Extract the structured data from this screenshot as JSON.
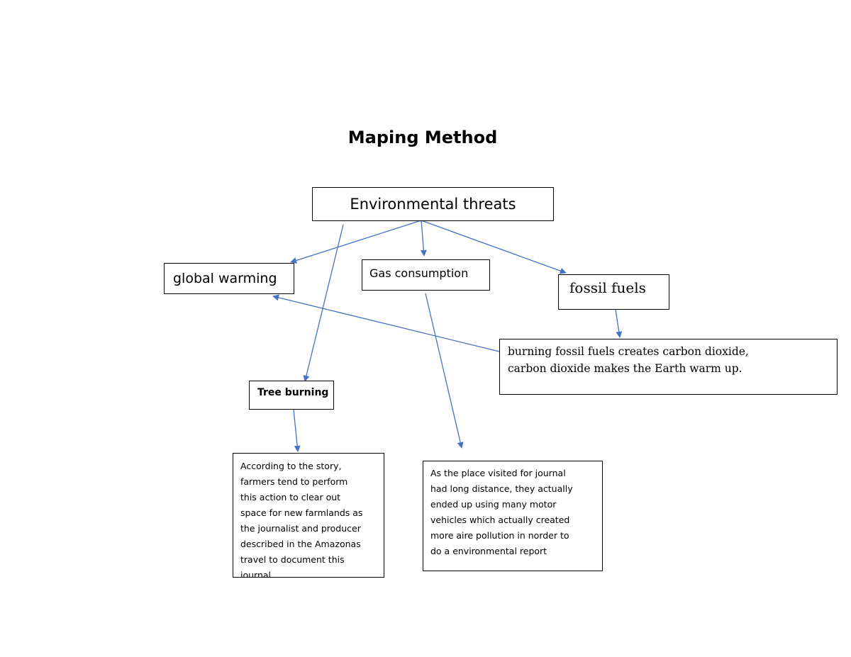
{
  "title": "Maping Method",
  "nodes": {
    "root": "Environmental threats",
    "global_warming": "global warming",
    "gas_consumption": "Gas consumption",
    "fossil_fuels": "fossil fuels",
    "burning": [
      "burning fossil fuels creates carbon dioxide,",
      "carbon dioxide makes the Earth warm up."
    ],
    "tree_burning": "Tree burning",
    "story": [
      "According to the story,",
      "farmers tend to perform",
      "this action to clear out",
      "space for new farmlands as",
      "the journalist and producer",
      "described in the Amazonas",
      "travel to document this",
      "journal."
    ],
    "place": [
      "As the place visited for journal",
      "had long distance, they actually",
      "ended up using many motor",
      "vehicles which actually created",
      "more aire pollution in norder to",
      "do a environmental report"
    ]
  },
  "colors": {
    "arrow": "#4472C4",
    "border": "#000000"
  }
}
